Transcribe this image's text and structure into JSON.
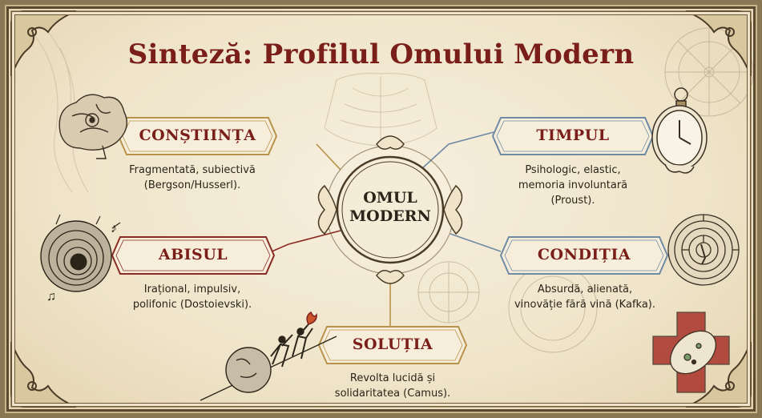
{
  "title": "Sinteză: Profilul Omului Modern",
  "center": {
    "line1": "OMUL",
    "line2": "MODERN"
  },
  "nodes": {
    "constiinta": {
      "label": "CONȘTIINȚA",
      "line1": "Fragmentată, subiectivă",
      "line2": "(Bergson/Husserl)."
    },
    "timpul": {
      "label": "TIMPUL",
      "line1": "Psihologic, elastic,",
      "line2": "memoria involuntară",
      "line3": "(Proust)."
    },
    "abisul": {
      "label": "ABISUL",
      "line1": "Irațional, impulsiv,",
      "line2": "polifonic (Dostoievski)."
    },
    "conditia": {
      "label": "CONDIȚIA",
      "line1": "Absurdă, alienată,",
      "line2": "vinovăție fără vină (Kafka)."
    },
    "solutia": {
      "label": "SOLUȚIA",
      "line1": "Revolta lucidă și",
      "line2": "solidaritatea (Camus)."
    }
  },
  "colors": {
    "title": "#7a1e1a",
    "line_gold": "#b8924a",
    "line_blue": "#6f8aa3",
    "line_red": "#8a2a22",
    "frame": "#5c4a30"
  },
  "icons": [
    "brain-icon",
    "pocket-watch-icon",
    "vortex-abyss-icon",
    "labyrinth-icon",
    "sisyphus-boulder-icon",
    "cell-icon",
    "gear-icon"
  ]
}
